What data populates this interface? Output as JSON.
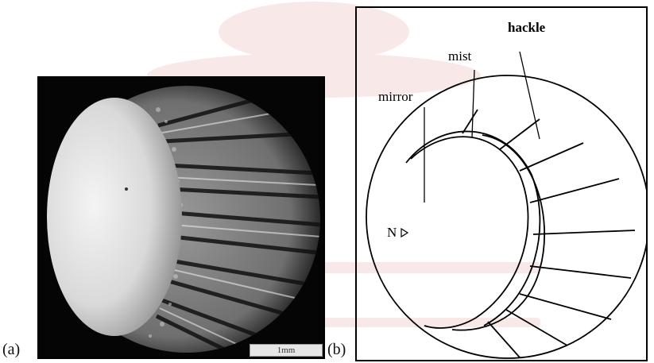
{
  "panels": {
    "a_label": "(a)",
    "b_label": "(b)"
  },
  "photo": {
    "scale_bar_text": "1mm"
  },
  "diagram": {
    "labels": {
      "hackle": "hackle",
      "mist": "mist",
      "mirror": "mirror",
      "origin": "N"
    }
  },
  "colors": {
    "frame": "#000000",
    "watermark": "#f3d6d6"
  }
}
